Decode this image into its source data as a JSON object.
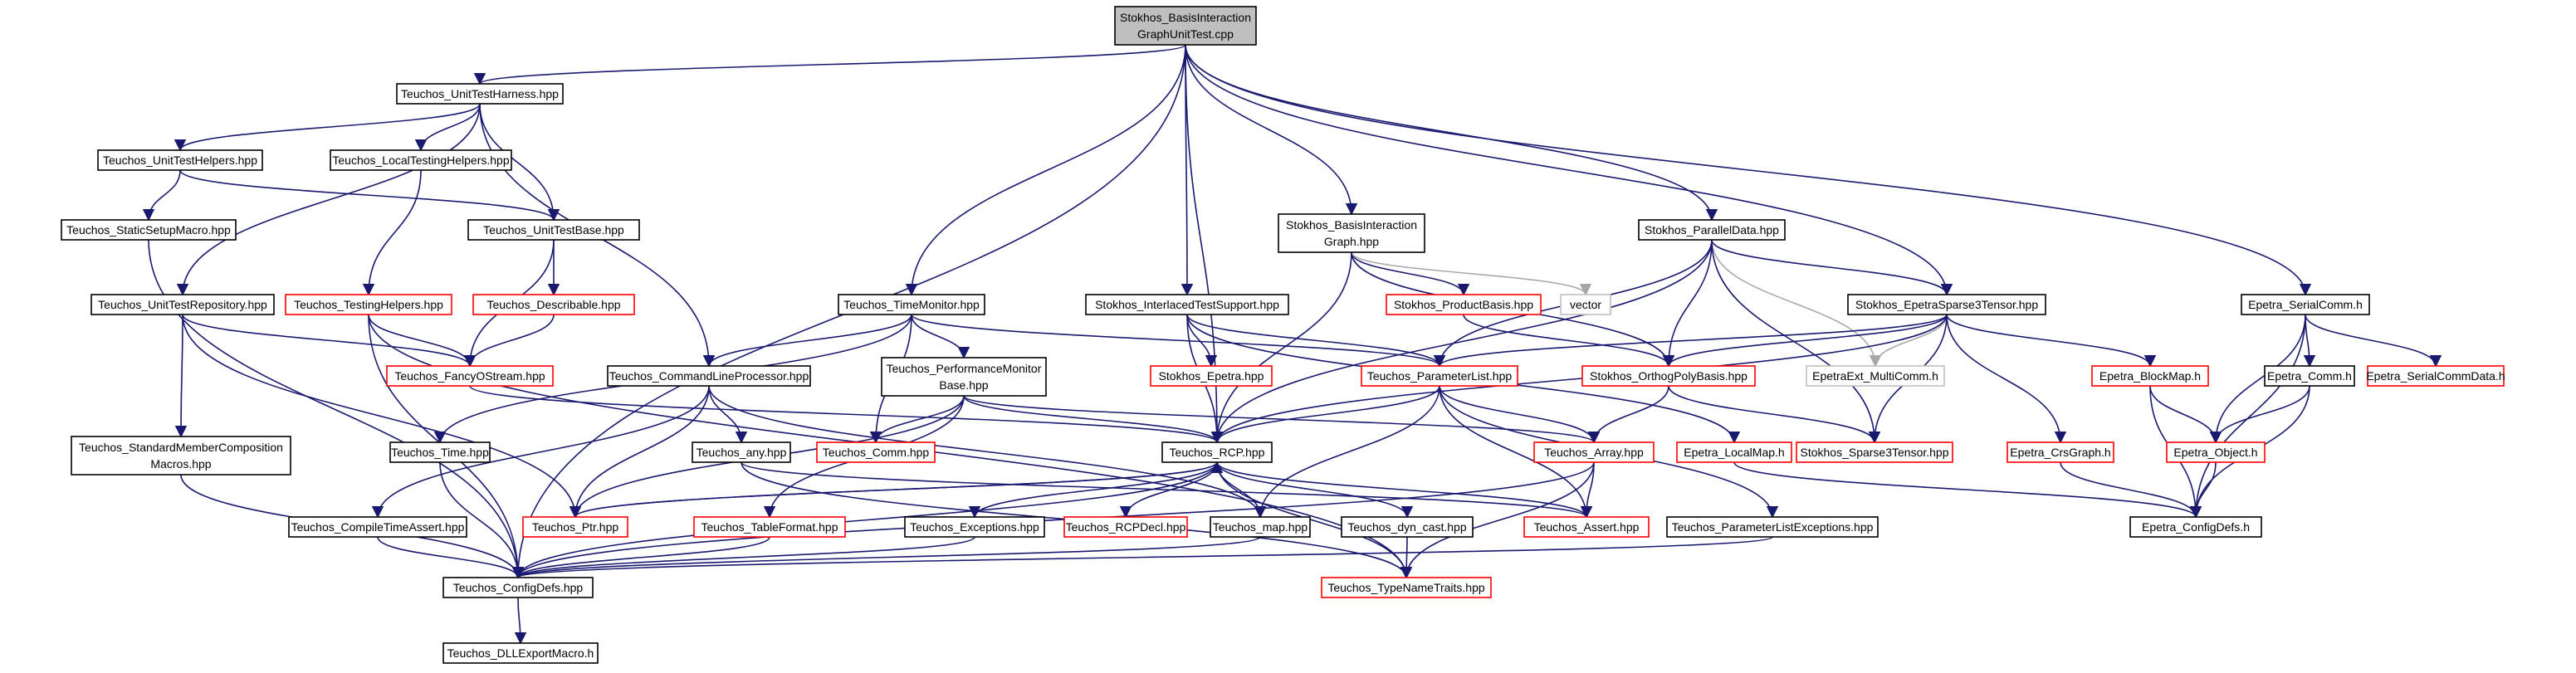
{
  "colors": {
    "root_fill": "#bfbfbf",
    "node_border": "#000000",
    "missing_doc_border": "#ff0000",
    "external_border": "#bfbfbf",
    "edge": "#191970",
    "edge_light": "#a8a8a8",
    "text": "#000000",
    "background": "#ffffff"
  },
  "nodes": [
    {
      "id": "root",
      "lines": [
        "Stokhos_BasisInteraction",
        "GraphUnitTest.cpp"
      ],
      "kind": "root"
    },
    {
      "id": "uth",
      "lines": [
        "Teuchos_UnitTestHarness.hpp"
      ],
      "kind": "normal"
    },
    {
      "id": "uthelpers",
      "lines": [
        "Teuchos_UnitTestHelpers.hpp"
      ],
      "kind": "normal"
    },
    {
      "id": "ltesthelpers",
      "lines": [
        "Teuchos_LocalTestingHelpers.hpp"
      ],
      "kind": "normal"
    },
    {
      "id": "staticsetup",
      "lines": [
        "Teuchos_StaticSetupMacro.hpp"
      ],
      "kind": "normal"
    },
    {
      "id": "utbase",
      "lines": [
        "Teuchos_UnitTestBase.hpp"
      ],
      "kind": "normal"
    },
    {
      "id": "utrepo",
      "lines": [
        "Teuchos_UnitTestRepository.hpp"
      ],
      "kind": "normal"
    },
    {
      "id": "testhelpers",
      "lines": [
        "Teuchos_TestingHelpers.hpp"
      ],
      "kind": "missing"
    },
    {
      "id": "describable",
      "lines": [
        "Teuchos_Describable.hpp"
      ],
      "kind": "missing"
    },
    {
      "id": "fancyostream",
      "lines": [
        "Teuchos_FancyOStream.hpp"
      ],
      "kind": "missing"
    },
    {
      "id": "stdmember",
      "lines": [
        "Teuchos_StandardMemberComposition",
        "Macros.hpp"
      ],
      "kind": "normal"
    },
    {
      "id": "timemonitor",
      "lines": [
        "Teuchos_TimeMonitor.hpp"
      ],
      "kind": "normal"
    },
    {
      "id": "cmdline",
      "lines": [
        "Teuchos_CommandLineProcessor.hpp"
      ],
      "kind": "normal"
    },
    {
      "id": "perfmon",
      "lines": [
        "Teuchos_PerformanceMonitor",
        "Base.hpp"
      ],
      "kind": "normal"
    },
    {
      "id": "time",
      "lines": [
        "Teuchos_Time.hpp"
      ],
      "kind": "normal"
    },
    {
      "id": "any",
      "lines": [
        "Teuchos_any.hpp"
      ],
      "kind": "normal"
    },
    {
      "id": "comm",
      "lines": [
        "Teuchos_Comm.hpp"
      ],
      "kind": "missing"
    },
    {
      "id": "compiletime",
      "lines": [
        "Teuchos_CompileTimeAssert.hpp"
      ],
      "kind": "normal"
    },
    {
      "id": "ptr",
      "lines": [
        "Teuchos_Ptr.hpp"
      ],
      "kind": "missing"
    },
    {
      "id": "tableformat",
      "lines": [
        "Teuchos_TableFormat.hpp"
      ],
      "kind": "missing"
    },
    {
      "id": "configdefs",
      "lines": [
        "Teuchos_ConfigDefs.hpp"
      ],
      "kind": "normal"
    },
    {
      "id": "dllexport",
      "lines": [
        "Teuchos_DLLExportMacro.h"
      ],
      "kind": "normal"
    },
    {
      "id": "interlaced",
      "lines": [
        "Stokhos_InterlacedTestSupport.hpp"
      ],
      "kind": "normal"
    },
    {
      "id": "sepetra",
      "lines": [
        "Stokhos_Epetra.hpp"
      ],
      "kind": "missing"
    },
    {
      "id": "rcp",
      "lines": [
        "Teuchos_RCP.hpp"
      ],
      "kind": "normal"
    },
    {
      "id": "exceptions",
      "lines": [
        "Teuchos_Exceptions.hpp"
      ],
      "kind": "normal"
    },
    {
      "id": "rcpdecl",
      "lines": [
        "Teuchos_RCPDecl.hpp"
      ],
      "kind": "missing"
    },
    {
      "id": "map",
      "lines": [
        "Teuchos_map.hpp"
      ],
      "kind": "normal"
    },
    {
      "id": "dyncast",
      "lines": [
        "Teuchos_dyn_cast.hpp"
      ],
      "kind": "normal"
    },
    {
      "id": "assert",
      "lines": [
        "Teuchos_Assert.hpp"
      ],
      "kind": "missing"
    },
    {
      "id": "typenametraits",
      "lines": [
        "Teuchos_TypeNameTraits.hpp"
      ],
      "kind": "missing"
    },
    {
      "id": "bigraph",
      "lines": [
        "Stokhos_BasisInteraction",
        "Graph.hpp"
      ],
      "kind": "normal"
    },
    {
      "id": "productbasis",
      "lines": [
        "Stokhos_ProductBasis.hpp"
      ],
      "kind": "missing"
    },
    {
      "id": "vector",
      "lines": [
        "vector"
      ],
      "kind": "external"
    },
    {
      "id": "paramlist",
      "lines": [
        "Teuchos_ParameterList.hpp"
      ],
      "kind": "missing"
    },
    {
      "id": "orthogpoly",
      "lines": [
        "Stokhos_OrthogPolyBasis.hpp"
      ],
      "kind": "missing"
    },
    {
      "id": "array",
      "lines": [
        "Teuchos_Array.hpp"
      ],
      "kind": "missing"
    },
    {
      "id": "elocalmap",
      "lines": [
        "Epetra_LocalMap.h"
      ],
      "kind": "missing"
    },
    {
      "id": "plexceptions",
      "lines": [
        "Teuchos_ParameterListExceptions.hpp"
      ],
      "kind": "normal"
    },
    {
      "id": "paralleldata",
      "lines": [
        "Stokhos_ParallelData.hpp"
      ],
      "kind": "normal"
    },
    {
      "id": "sparse3tensor",
      "lines": [
        "Stokhos_EpetraSparse3Tensor.hpp"
      ],
      "kind": "normal"
    },
    {
      "id": "multicomm",
      "lines": [
        "EpetraExt_MultiComm.h"
      ],
      "kind": "external"
    },
    {
      "id": "ssparse3",
      "lines": [
        "Stokhos_Sparse3Tensor.hpp"
      ],
      "kind": "missing"
    },
    {
      "id": "blockmap",
      "lines": [
        "Epetra_BlockMap.h"
      ],
      "kind": "missing"
    },
    {
      "id": "crsgraph",
      "lines": [
        "Epetra_CrsGraph.h"
      ],
      "kind": "missing"
    },
    {
      "id": "eserialcomm",
      "lines": [
        "Epetra_SerialComm.h"
      ],
      "kind": "normal"
    },
    {
      "id": "ecomm",
      "lines": [
        "Epetra_Comm.h"
      ],
      "kind": "normal"
    },
    {
      "id": "eobject",
      "lines": [
        "Epetra_Object.h"
      ],
      "kind": "missing"
    },
    {
      "id": "eserialcommdata",
      "lines": [
        "Epetra_SerialCommData.h"
      ],
      "kind": "missing"
    },
    {
      "id": "econfigdefs",
      "lines": [
        "Epetra_ConfigDefs.h"
      ],
      "kind": "normal"
    }
  ]
}
